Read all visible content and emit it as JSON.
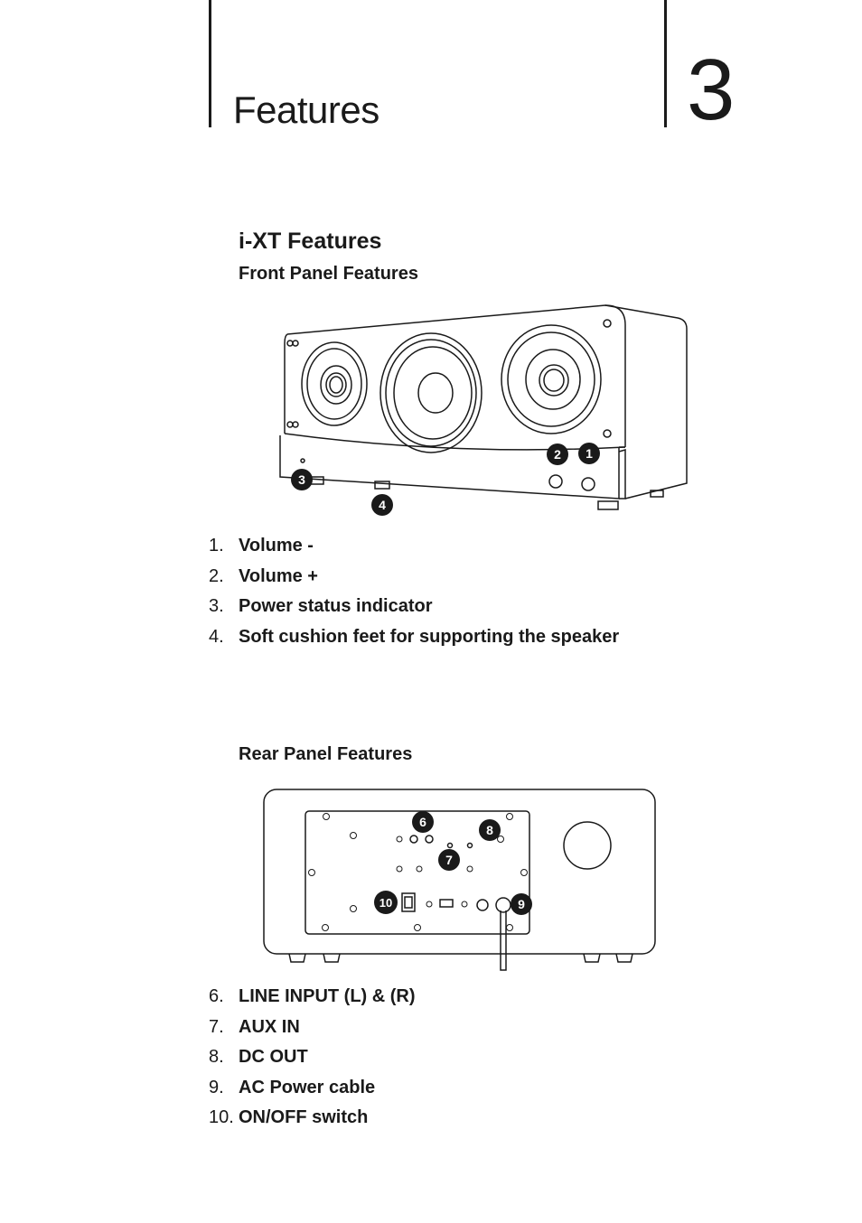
{
  "header": {
    "title": "Features",
    "chapter_number": "3"
  },
  "section": {
    "title": "i-XT Features"
  },
  "front": {
    "title": "Front Panel Features",
    "callouts": [
      "1",
      "2",
      "3",
      "4"
    ],
    "items": [
      {
        "num": "1.",
        "label": "Volume -"
      },
      {
        "num": "2.",
        "label": "Volume +"
      },
      {
        "num": "3.",
        "label": "Power status indicator"
      },
      {
        "num": "4.",
        "label": "Soft cushion feet for supporting the speaker"
      }
    ]
  },
  "rear": {
    "title": "Rear Panel Features",
    "callouts": [
      "6",
      "7",
      "8",
      "9",
      "10"
    ],
    "items": [
      {
        "num": "6.",
        "label": "LINE INPUT (L) & (R)"
      },
      {
        "num": "7.",
        "label": "AUX IN"
      },
      {
        "num": "8.",
        "label": "DC OUT"
      },
      {
        "num": "9.",
        "label": "AC Power cable"
      },
      {
        "num": "10.",
        "label": "ON/OFF switch"
      }
    ]
  }
}
